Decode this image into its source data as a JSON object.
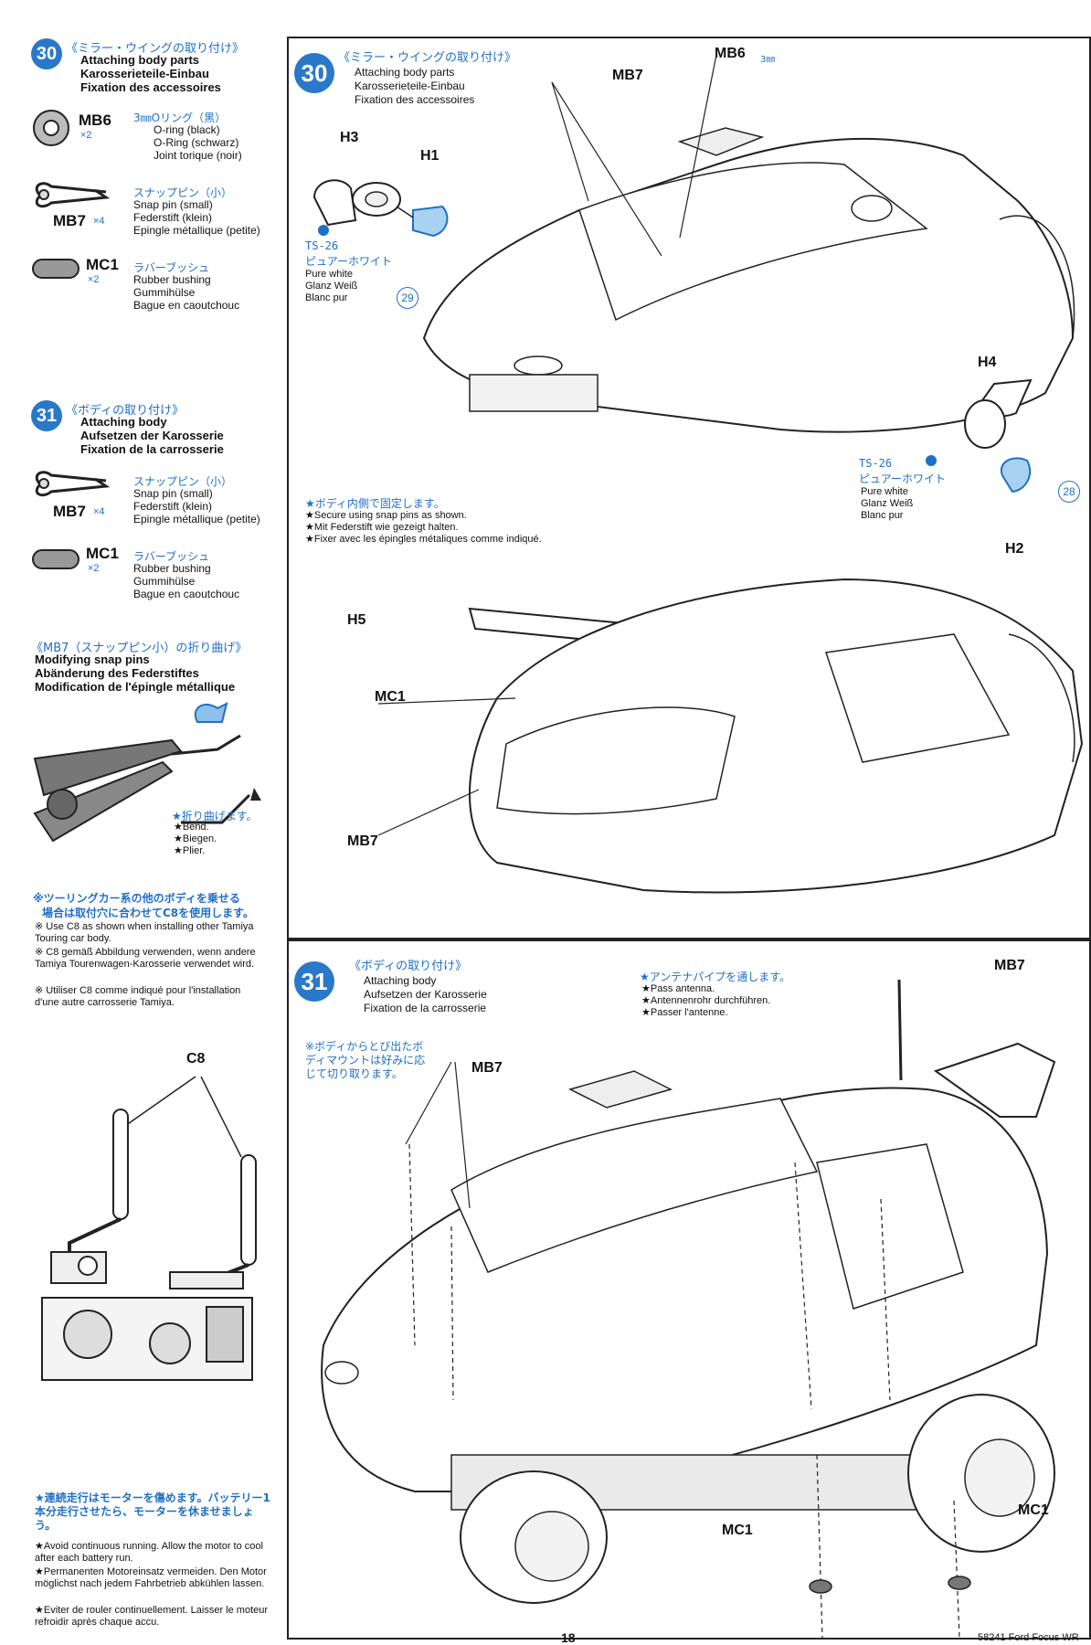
{
  "step30_side": {
    "num": "30",
    "title_jp": "《ミラー・ウイングの取り付け》",
    "title_en": "Attaching body parts",
    "title_de": "Karosserieteile-Einbau",
    "title_fr": "Fixation des accessoires",
    "parts": [
      {
        "code": "MB6",
        "qty": "×2",
        "jp": "3㎜Oリング（黒）",
        "en": "O-ring (black)",
        "de": "O-Ring (schwarz)",
        "fr": "Joint torique (noir)"
      },
      {
        "code": "MB7",
        "qty": "×4",
        "jp": "スナップピン（小）",
        "en": "Snap pin (small)",
        "de": "Federstift (klein)",
        "fr": "Epingle métallique (petite)"
      },
      {
        "code": "MC1",
        "qty": "×2",
        "jp": "ラバーブッシュ",
        "en": "Rubber bushing",
        "de": "Gummihülse",
        "fr": "Bague en caoutchouc"
      }
    ]
  },
  "step31_side": {
    "num": "31",
    "title_jp": "《ボディの取り付け》",
    "title_en": "Attaching body",
    "title_de": "Aufsetzen der Karosserie",
    "title_fr": "Fixation de la carrosserie",
    "parts": [
      {
        "code": "MB7",
        "qty": "×4",
        "jp": "スナップピン（小）",
        "en": "Snap pin (small)",
        "de": "Federstift (klein)",
        "fr": "Epingle métallique (petite)"
      },
      {
        "code": "MC1",
        "qty": "×2",
        "jp": "ラバーブッシュ",
        "en": "Rubber bushing",
        "de": "Gummihülse",
        "fr": "Bague en caoutchouc"
      }
    ]
  },
  "modify": {
    "title_jp": "《MB7（スナップピン小）の折り曲げ》",
    "title_en": "Modifying snap pins",
    "title_de": "Abänderung des Federstiftes",
    "title_fr": "Modification de l'épingle métallique",
    "bend_jp": "★折り曲げます。",
    "bend_en": "★Bend.",
    "bend_de": "★Biegen.",
    "bend_fr": "★Plier."
  },
  "touring_note": {
    "jp1": "※ツーリングカー系の他のボディを乗せる",
    "jp2": "場合は取付穴に合わせてC8を使用します。",
    "en": "※ Use C8 as shown when installing other Tamiya Touring car body.",
    "de": "※ C8 gemäß Abbildung verwenden, wenn andere Tamiya Tourenwagen-Karosserie verwendet wird.",
    "fr": "※ Utiliser C8 comme indiqué pour l'installation d'une autre carrosserie Tamiya.",
    "c8_label": "C8"
  },
  "warning": {
    "jp": "★連続走行はモーターを傷めます。バッテリー1本分走行させたら、モーターを休ませましょう。",
    "en": "★Avoid continuous running. Allow the motor to cool after each battery run.",
    "de": "★Permanenten Motoreinsatz vermeiden. Den Motor möglichst nach jedem Fahrbetrieb abkühlen lassen.",
    "fr": "★Eviter de rouler continuellement. Laisser le moteur refroidir après chaque accu."
  },
  "panel30": {
    "num": "30",
    "title_jp": "《ミラー・ウイングの取り付け》",
    "title_en": "Attaching body parts",
    "title_de": "Karosserieteile-Einbau",
    "title_fr": "Fixation des accessoires",
    "labels": {
      "mb6": "MB6",
      "mb6_size": "3㎜",
      "mb7": "MB7",
      "h1": "H1",
      "h2": "H2",
      "h3": "H3",
      "h4": "H4",
      "h5": "H5",
      "mc1": "MC1",
      "mb7b": "MB7"
    },
    "paint_left": {
      "code": "TS-26",
      "jp": "ピュアーホワイト",
      "en": "Pure white",
      "de": "Glanz Weiß",
      "fr": "Blanc pur",
      "decal": "29"
    },
    "paint_right": {
      "code": "TS-26",
      "jp": "ピュアーホワイト",
      "en": "Pure white",
      "de": "Glanz Weiß",
      "fr": "Blanc pur",
      "decal": "28"
    },
    "secure_jp": "★ボディ内側で固定します。",
    "secure_en": "★Secure using snap pins as shown.",
    "secure_de": "★Mit Federstift wie gezeigt halten.",
    "secure_fr": "★Fixer avec les épingles métaliques comme indiqué."
  },
  "panel31": {
    "num": "31",
    "title_jp": "《ボディの取り付け》",
    "title_en": "Attaching body",
    "title_de": "Aufsetzen der Karosserie",
    "title_fr": "Fixation de la carrosserie",
    "antenna_jp": "★アンテナパイプを通します。",
    "antenna_en": "★Pass antenna.",
    "antenna_de": "★Antennenrohr durchführen.",
    "antenna_fr": "★Passer l'antenne.",
    "mount_jp": "※ボディからとび出たボディマウントは好みに応じて切り取ります。",
    "labels": {
      "mb7a": "MB7",
      "mb7b": "MB7",
      "mc1a": "MC1",
      "mc1b": "MC1"
    }
  },
  "footer": {
    "page": "18",
    "product": "58241 Ford Focus WR"
  }
}
